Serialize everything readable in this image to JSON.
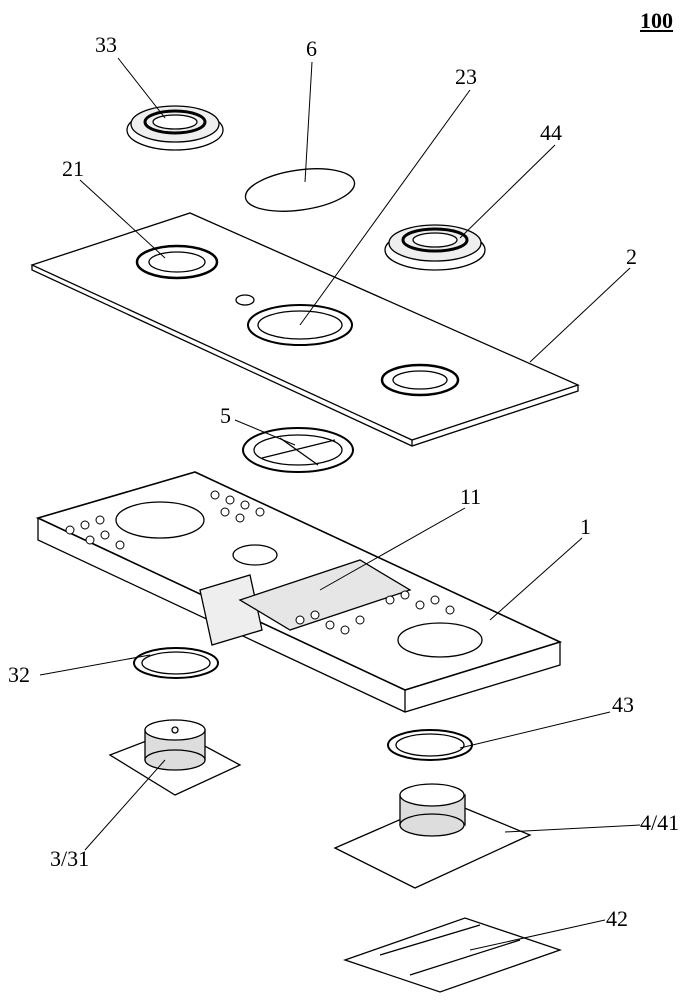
{
  "figure_number": "100",
  "labels": {
    "l33": "33",
    "l6": "6",
    "l23": "23",
    "l44": "44",
    "l21": "21",
    "l2": "2",
    "l5": "5",
    "l11": "11",
    "l1": "1",
    "l32": "32",
    "l43": "43",
    "l331": "3/31",
    "l441": "4/41",
    "l42": "42"
  },
  "colors": {
    "line": "#000000",
    "fill": "#ffffff",
    "shade": "#d8d8d8"
  }
}
